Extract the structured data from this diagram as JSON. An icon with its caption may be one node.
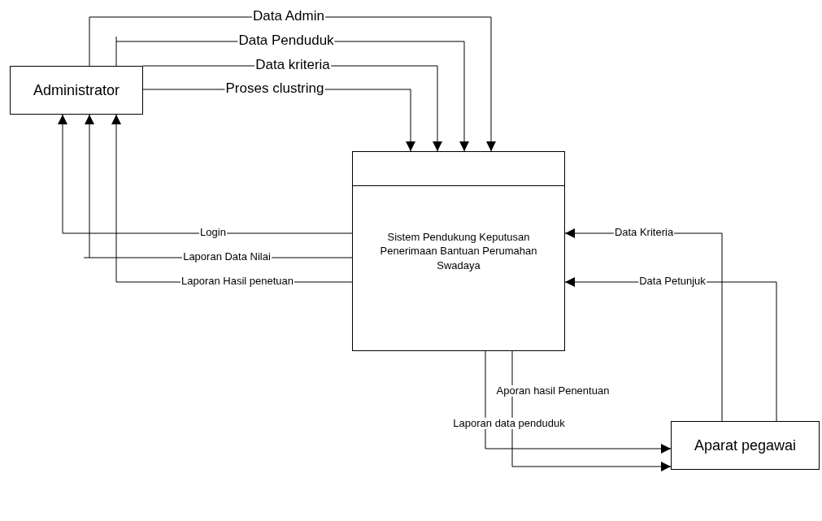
{
  "diagram": {
    "nodes": [
      {
        "text": [
          "Administrator"
        ]
      },
      {
        "text": [
          "Sistem Pendukung Keputusan Penerimaan Bantuan Perumahan Swadaya"
        ]
      },
      {
        "text": [
          "Aparat pegawai"
        ]
      }
    ],
    "edges": [
      {
        "from": 0,
        "to": 1,
        "arrow": "to",
        "label": "Data Admin"
      },
      {
        "from": 0,
        "to": 1,
        "arrow": "to",
        "label": "Data Penduduk"
      },
      {
        "from": 0,
        "to": 1,
        "arrow": "to",
        "label": "Data kriteria"
      },
      {
        "from": 0,
        "to": 1,
        "arrow": "to",
        "label": "Proses clustring"
      },
      {
        "from": 1,
        "to": 0,
        "arrow": "to",
        "label": "Login"
      },
      {
        "from": 1,
        "to": 0,
        "arrow": "to",
        "label": "Laporan Data Nilai"
      },
      {
        "from": 1,
        "to": 0,
        "arrow": "to",
        "label": "Laporan Hasil penetuan"
      },
      {
        "from": 2,
        "to": 1,
        "arrow": "to",
        "label": "Data Kriteria"
      },
      {
        "from": 2,
        "to": 1,
        "arrow": "to",
        "label": "Data Petunjuk"
      },
      {
        "from": 1,
        "to": 2,
        "arrow": "to",
        "label": "Aporan hasil Penentuan"
      },
      {
        "from": 1,
        "to": 2,
        "arrow": "to",
        "label": "Laporan data penduduk"
      }
    ]
  }
}
